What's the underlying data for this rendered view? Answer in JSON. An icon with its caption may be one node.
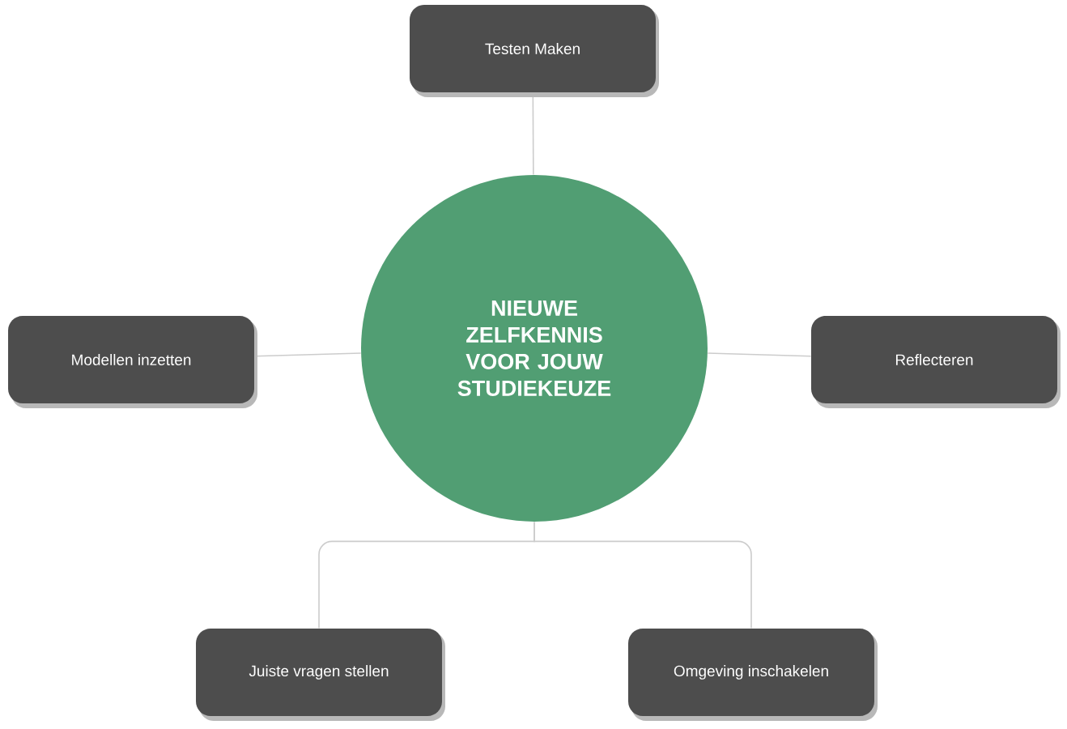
{
  "diagram": {
    "nodes": [
      {
        "text": [
          "NIEUWE ZELFKENNIS VOOR JOUW STUDIEKEUZE"
        ]
      },
      {
        "text": [
          "Testen Maken"
        ]
      },
      {
        "text": [
          "Modellen inzetten"
        ]
      },
      {
        "text": [
          "Reflecteren"
        ]
      },
      {
        "text": [
          "Juiste vragen stellen"
        ]
      },
      {
        "text": [
          "Omgeving inschakelen"
        ]
      }
    ],
    "edges": [
      {
        "from": 0,
        "to": 1,
        "arrow": "none"
      },
      {
        "from": 0,
        "to": 2,
        "arrow": "none"
      },
      {
        "from": 0,
        "to": 3,
        "arrow": "none"
      },
      {
        "from": 0,
        "to": 4,
        "arrow": "none"
      },
      {
        "from": 0,
        "to": 5,
        "arrow": "none"
      }
    ]
  }
}
